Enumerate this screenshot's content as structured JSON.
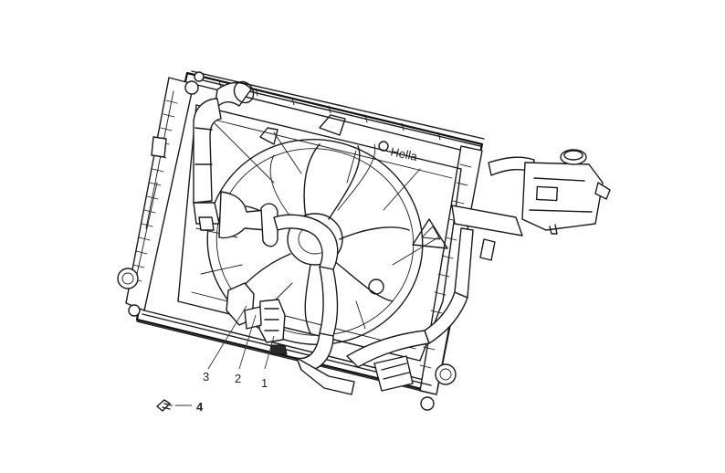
{
  "callouts": [
    {
      "id": "1",
      "label": "1"
    },
    {
      "id": "2",
      "label": "2"
    },
    {
      "id": "3",
      "label": "3"
    },
    {
      "id": "4",
      "label": "4"
    }
  ],
  "brand_mark": "Hella",
  "colors": {
    "line": "#1a1a1a",
    "background": "#ffffff"
  }
}
